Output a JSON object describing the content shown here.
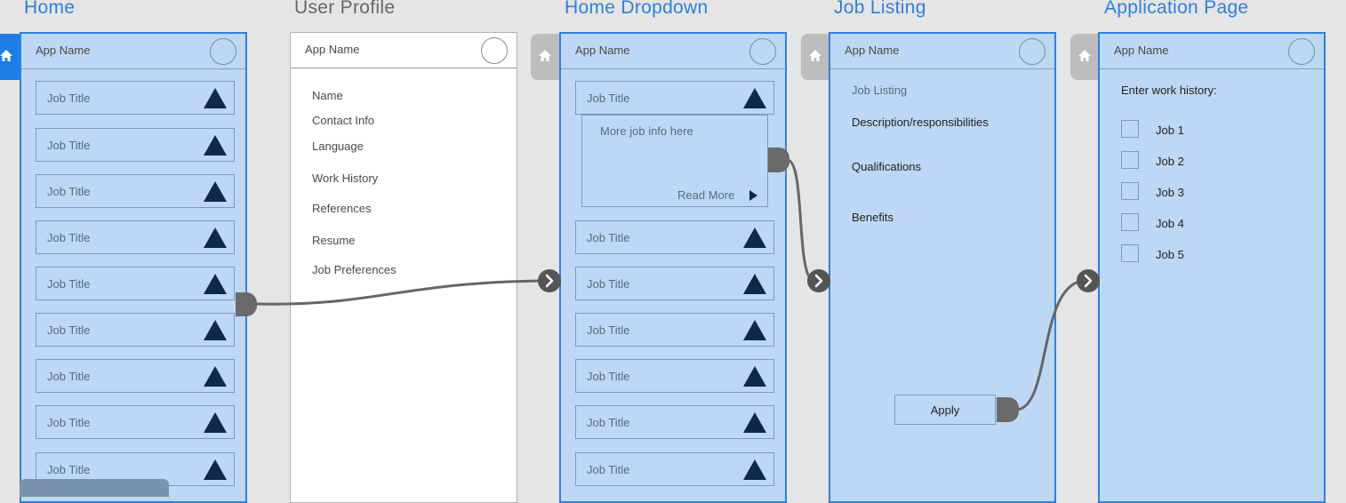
{
  "frames": {
    "home": {
      "title": "Home",
      "app_name": "App Name",
      "jobs": [
        "Job Title",
        "Job Title",
        "Job Title",
        "Job Title",
        "Job Title",
        "Job Title",
        "Job Title",
        "Job Title",
        "Job Title"
      ]
    },
    "profile": {
      "title": "User Profile",
      "app_name": "App Name",
      "menu": [
        "Name",
        "Contact Info",
        "Language",
        "Work History",
        "References",
        "Resume",
        "Job Preferences"
      ]
    },
    "dropdown": {
      "title": "Home Dropdown",
      "app_name": "App Name",
      "first_job": "Job Title",
      "more_info": "More job info here",
      "read_more": "Read More",
      "jobs": [
        "Job Title",
        "Job Title",
        "Job Title",
        "Job Title",
        "Job Title",
        "Job Title"
      ]
    },
    "listing": {
      "title": "Job Listing",
      "app_name": "App Name",
      "heading": "Job Listing",
      "description": "Description/responsibilities",
      "qualifications": "Qualifications",
      "benefits": "Benefits",
      "apply": "Apply"
    },
    "application": {
      "title": "Application Page",
      "app_name": "App Name",
      "prompt": "Enter work history:",
      "jobs": [
        "Job 1",
        "Job 2",
        "Job 3",
        "Job 4",
        "Job 5"
      ]
    }
  },
  "colors": {
    "accent": "#2f80de",
    "fill": "#bcd8f5",
    "icon": "#0d2a4a",
    "connector": "#555555"
  },
  "icons": {
    "home_tab": "home-icon",
    "link_arrow": "chevron-right-icon",
    "expand": "triangle-up-icon",
    "read_more": "play-icon",
    "avatar": "avatar-circle"
  }
}
